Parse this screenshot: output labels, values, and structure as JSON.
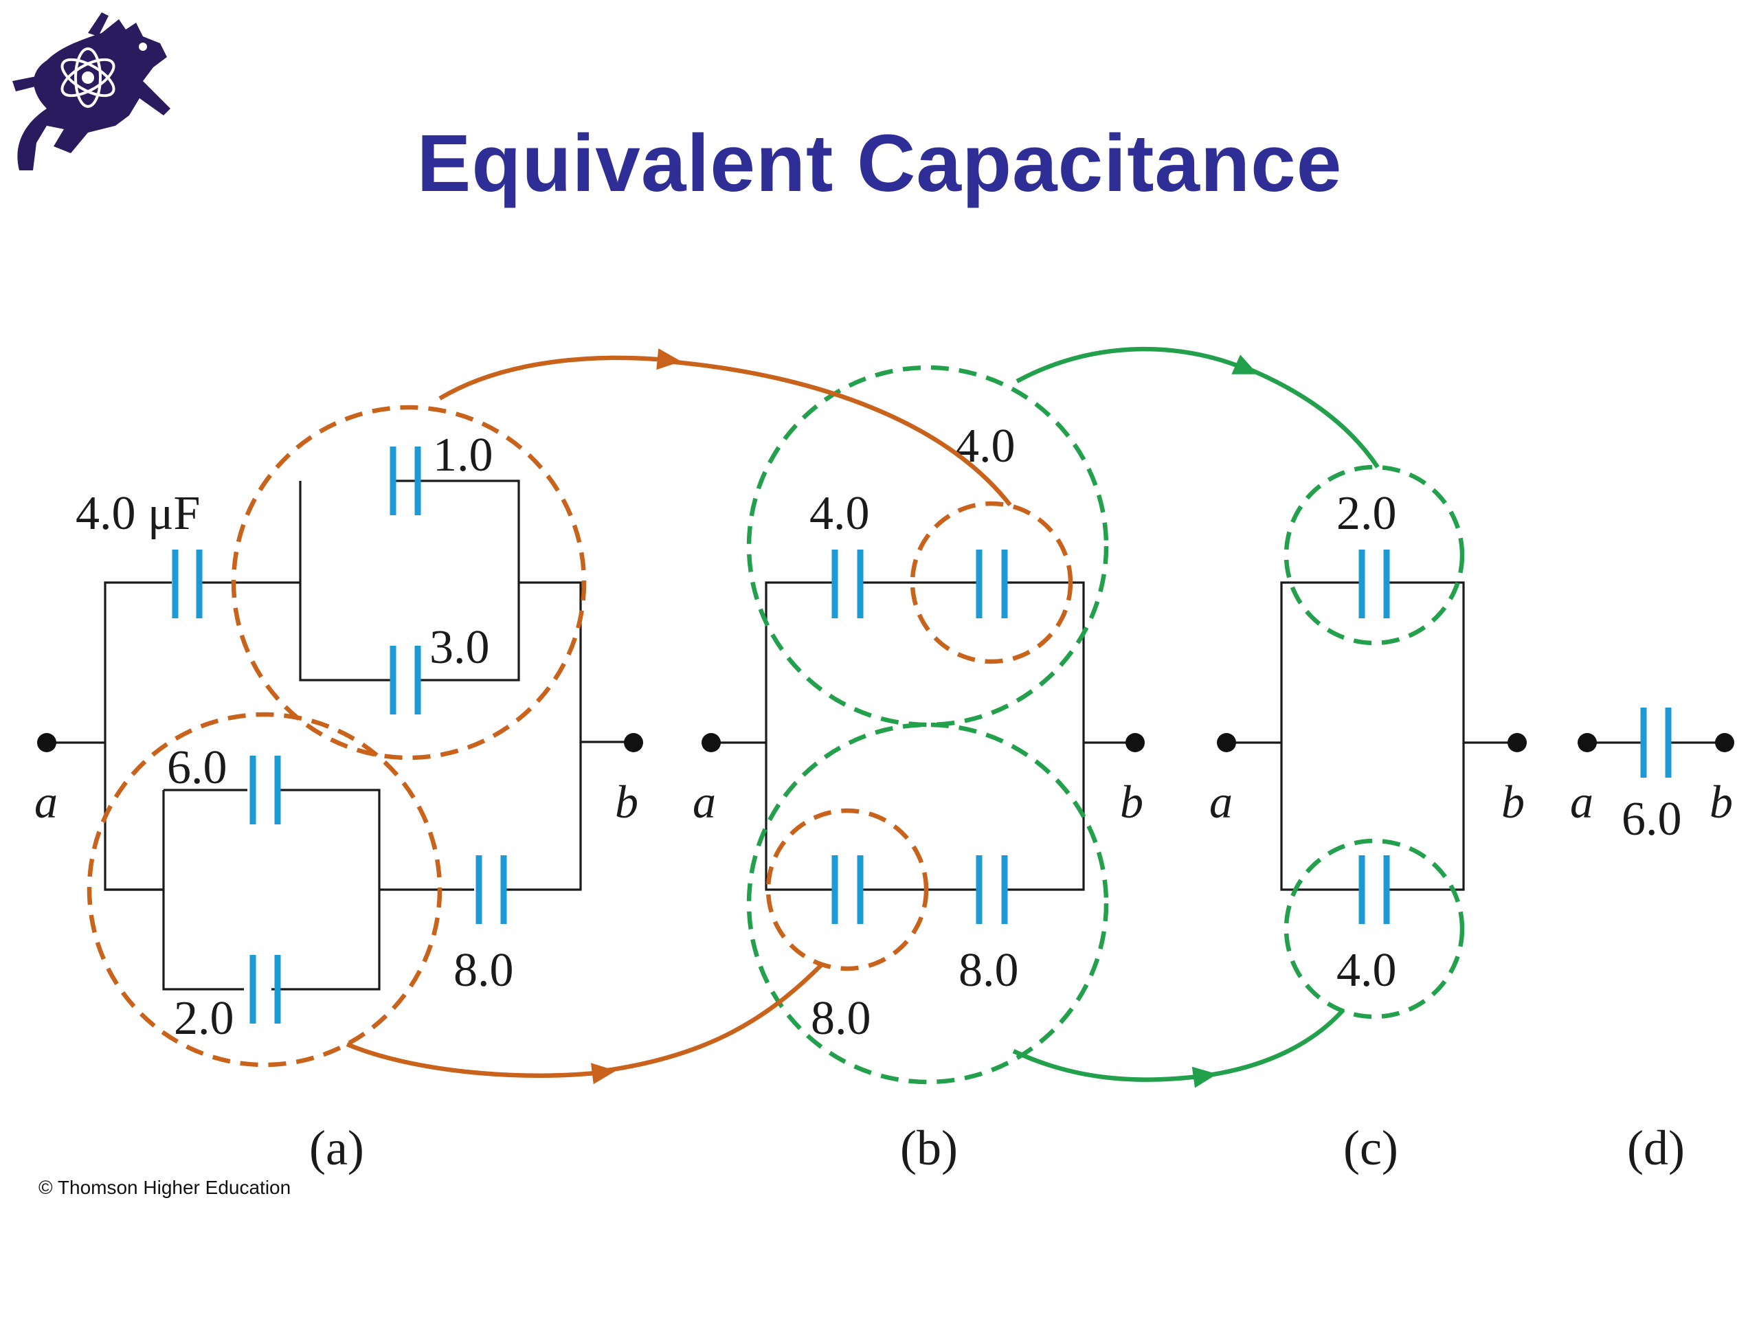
{
  "title": "Equivalent Capacitance",
  "copyright": "© Thomson Higher Education",
  "logo": {
    "icon": "horned-lizard-atom-logo",
    "color": "#2a1a5e"
  },
  "colors": {
    "title": "#2e2e96",
    "wire": "#1a1a1a",
    "capacitor": "#1d9ad6",
    "orange_group": "#c9621b",
    "green_group": "#22a04b"
  },
  "panels": {
    "a": {
      "label": "(a)",
      "terminal_a": "a",
      "terminal_b": "b",
      "caps": {
        "c1": "4.0 μF",
        "c2": "1.0",
        "c3": "3.0",
        "c4": "6.0",
        "c5": "2.0",
        "c6": "8.0"
      }
    },
    "b": {
      "label": "(b)",
      "terminal_a": "a",
      "terminal_b": "b",
      "caps": {
        "c1": "4.0",
        "c2": "4.0",
        "c3": "8.0",
        "c4": "8.0"
      }
    },
    "c": {
      "label": "(c)",
      "terminal_a": "a",
      "terminal_b": "b",
      "caps": {
        "c1": "2.0",
        "c2": "4.0"
      }
    },
    "d": {
      "label": "(d)",
      "terminal_a": "a",
      "terminal_b": "b",
      "caps": {
        "c1": "6.0"
      }
    }
  }
}
